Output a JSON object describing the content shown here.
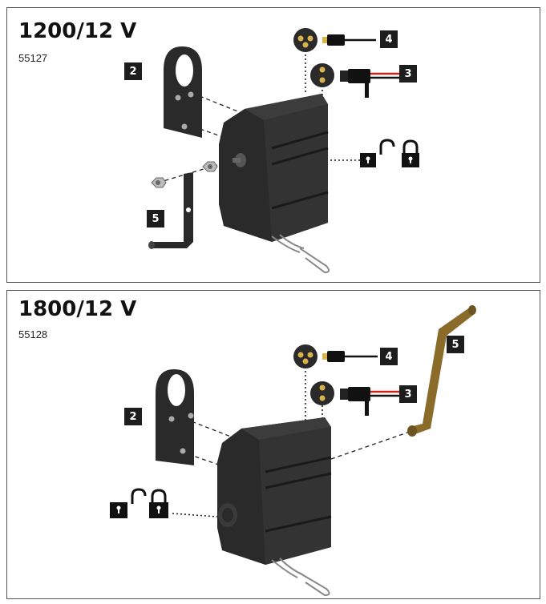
{
  "panels": [
    {
      "title": "1200/12 V",
      "code": "55127",
      "callouts": {
        "bracket": "2",
        "crank": "5",
        "plug_small": "4",
        "plug_cable": "3"
      }
    },
    {
      "title": "1800/12 V",
      "code": "55128",
      "callouts": {
        "bracket": "2",
        "crank": "5",
        "plug_small": "4",
        "plug_cable": "3"
      }
    }
  ],
  "colors": {
    "housing": "#2a2a2a",
    "housing_light": "#3c3c3c",
    "wire_red": "#d0201b",
    "wire_black": "#111111",
    "crank_bronze": "#8a6b2a",
    "pin_gold": "#d8b24a"
  }
}
